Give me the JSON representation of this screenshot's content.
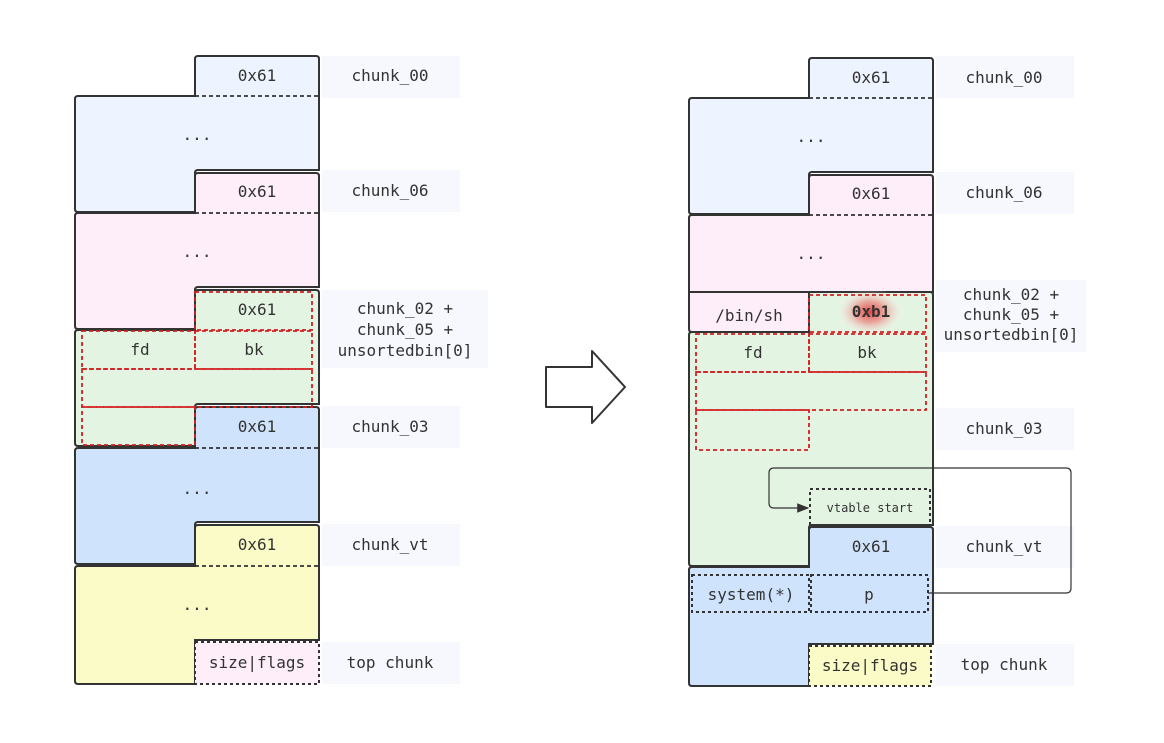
{
  "colors": {
    "chunk_00": "#eef4ff",
    "chunk_06": "#fdeefa",
    "chunk_02": "#e3f5e2",
    "chunk_03": "#cfe3fc",
    "chunk_vt": "#fbfbc8",
    "top": "#fdeefa",
    "label_bg": "#f6f8fd",
    "highlight": "#e23a3a"
  },
  "left": {
    "chunk_00": {
      "size": "0x61",
      "body": "...",
      "label": "chunk_00"
    },
    "chunk_06": {
      "size": "0x61",
      "body": "...",
      "label": "chunk_06"
    },
    "chunk_02": {
      "size": "0x61",
      "fd": "fd",
      "bk": "bk",
      "label_1": "chunk_02 +",
      "label_2": "chunk_05 +",
      "label_3": "unsortedbin[0]"
    },
    "chunk_03": {
      "size": "0x61",
      "body": "...",
      "label": "chunk_03"
    },
    "chunk_vt": {
      "size": "0x61",
      "body": "...",
      "label": "chunk_vt"
    },
    "top": {
      "size": "size|flags",
      "label": "top chunk"
    }
  },
  "right": {
    "chunk_00": {
      "size": "0x61",
      "body": "...",
      "label": "chunk_00"
    },
    "chunk_06": {
      "size": "0x61",
      "body": "...",
      "label": "chunk_06"
    },
    "chunk_02": {
      "prev": "/bin/sh",
      "size": "0xb1",
      "fd": "fd",
      "bk": "bk",
      "label_1": "chunk_02 +",
      "label_2": "chunk_05 +",
      "label_3": "unsortedbin[0]"
    },
    "chunk_03": {
      "label": "chunk_03"
    },
    "vtable": {
      "text": "vtable start"
    },
    "chunk_vt": {
      "size": "0x61",
      "system": "system(*)",
      "p": "p",
      "label": "chunk_vt"
    },
    "top": {
      "size": "size|flags",
      "label": "top chunk"
    }
  }
}
